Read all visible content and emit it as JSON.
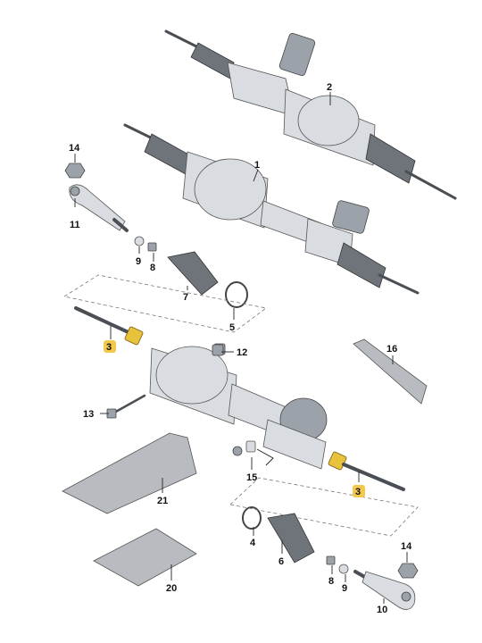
{
  "callouts": {
    "c1": "1",
    "c2": "2",
    "c3a": "3",
    "c3b": "3",
    "c4": "4",
    "c5": "5",
    "c6": "6",
    "c7": "7",
    "c8a": "8",
    "c8b": "8",
    "c9a": "9",
    "c9b": "9",
    "c10": "10",
    "c11": "11",
    "c12": "12",
    "c13": "13",
    "c14a": "14",
    "c14b": "14",
    "c15": "15",
    "c16": "16",
    "c20": "20",
    "c21": "21"
  },
  "colors": {
    "highlight_marker": "#f2c94c",
    "part_metal": "#d9dce0",
    "part_dark": "#9ca2a9",
    "boot_rubber": "#6e747a"
  }
}
